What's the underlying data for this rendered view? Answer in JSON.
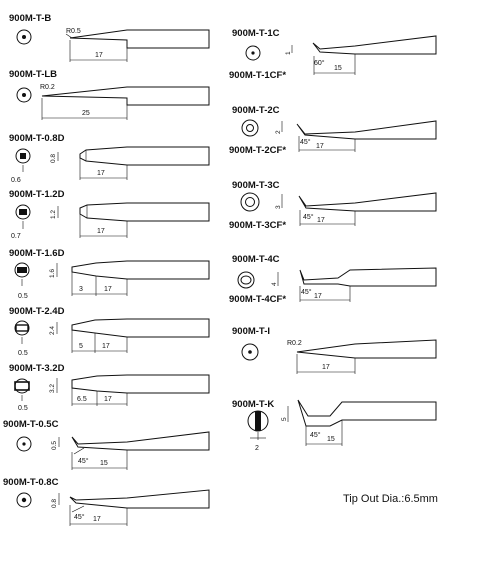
{
  "tips_left": [
    {
      "model": "900M-T-B",
      "dims": [
        "R0.5",
        "17"
      ]
    },
    {
      "model": "900M-T-LB",
      "dims": [
        "R0.2",
        "25"
      ]
    },
    {
      "model": "900M-T-0.8D",
      "dims": [
        "0.8",
        "0.6",
        "17"
      ]
    },
    {
      "model": "900M-T-1.2D",
      "dims": [
        "1.2",
        "0.7",
        "17"
      ]
    },
    {
      "model": "900M-T-1.6D",
      "dims": [
        "1.6",
        "0.5",
        "3",
        "17"
      ]
    },
    {
      "model": "900M-T-2.4D",
      "dims": [
        "2.4",
        "0.5",
        "5",
        "17"
      ]
    },
    {
      "model": "900M-T-3.2D",
      "dims": [
        "3.2",
        "0.5",
        "6.5",
        "17"
      ]
    },
    {
      "model": "900M-T-0.5C",
      "dims": [
        "0.5",
        "45°",
        "15"
      ]
    },
    {
      "model": "900M-T-0.8C",
      "dims": [
        "0.8",
        "45°",
        "17"
      ]
    }
  ],
  "tips_right": [
    {
      "model": "900M-T-1C",
      "alt": "900M-T-1CF*",
      "dims": [
        "1",
        "60°",
        "15"
      ]
    },
    {
      "model": "900M-T-2C",
      "alt": "900M-T-2CF*",
      "dims": [
        "2",
        "45°",
        "17"
      ]
    },
    {
      "model": "900M-T-3C",
      "alt": "900M-T-3CF*",
      "dims": [
        "3",
        "45°",
        "17"
      ]
    },
    {
      "model": "900M-T-4C",
      "alt": "900M-T-4CF*",
      "dims": [
        "4",
        "45°",
        "17"
      ]
    },
    {
      "model": "900M-T-I",
      "alt": "",
      "dims": [
        "R0.2",
        "17"
      ]
    },
    {
      "model": "900M-T-K",
      "alt": "",
      "dims": [
        "5",
        "2",
        "45°",
        "15"
      ]
    }
  ],
  "footer": "Tip Out Dia.:6.5mm"
}
